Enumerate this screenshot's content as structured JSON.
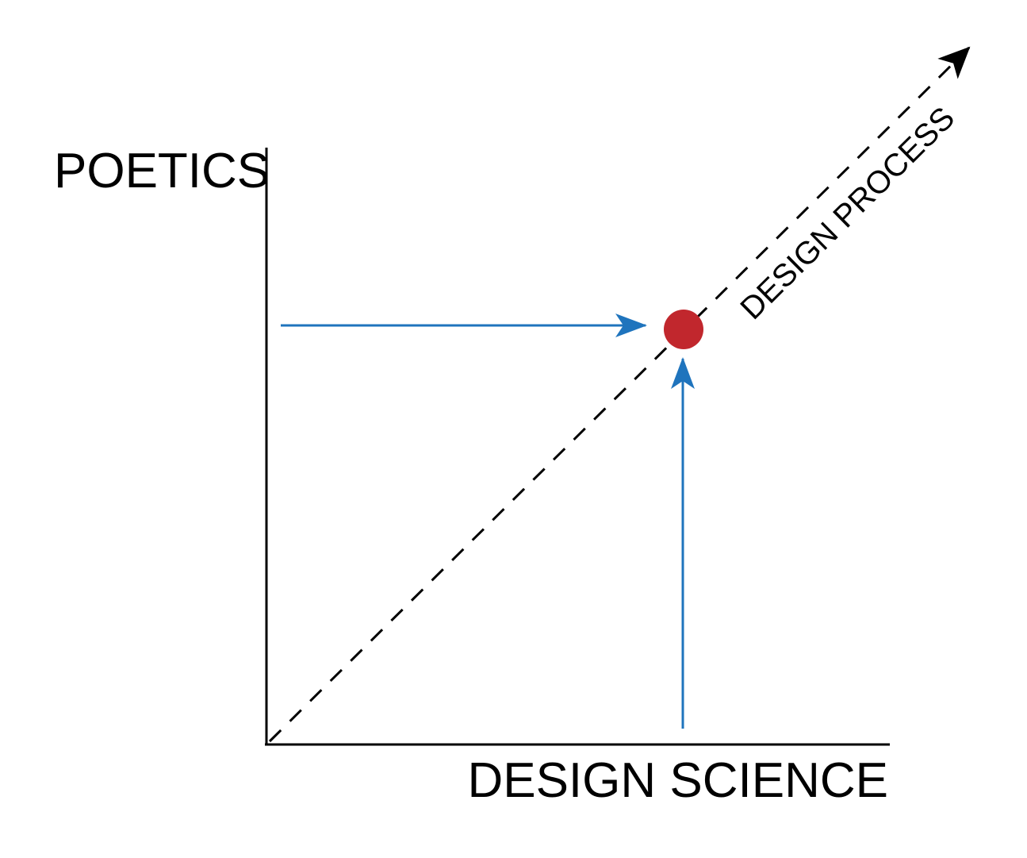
{
  "diagram": {
    "y_axis_label": "POETICS",
    "x_axis_label": "DESIGN SCIENCE",
    "diagonal_label": "DESIGN PROCESS",
    "colors": {
      "axis": "#000000",
      "dashed_line": "#000000",
      "arrows": "#1f74bd",
      "point": "#c1272d",
      "background": "#ffffff"
    },
    "icons": {
      "point": "circle-marker",
      "horizontal_arrow": "arrow-right-icon",
      "vertical_arrow": "arrow-up-icon",
      "diagonal_arrow": "arrow-up-right-icon"
    }
  }
}
